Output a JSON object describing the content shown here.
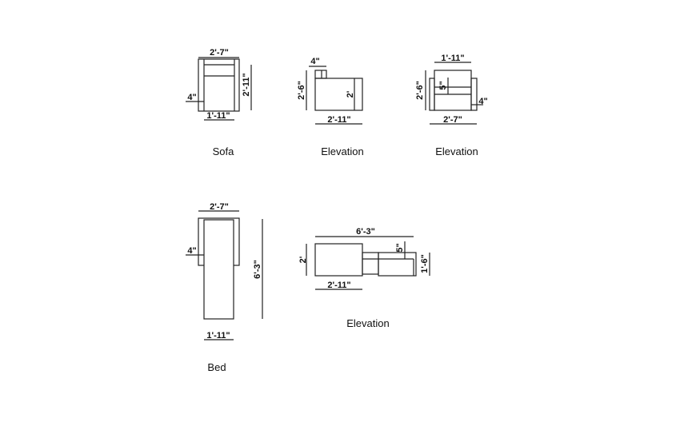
{
  "views": {
    "sofa_plan": {
      "caption": "Sofa",
      "width": "2'-7\"",
      "depth": "2'-11\"",
      "arm": "4\"",
      "seat": "1'-11\""
    },
    "sofa_side": {
      "caption": "Elevation",
      "back": "4\"",
      "height": "2'-6\"",
      "arm_height": "2'",
      "depth": "2'-11\""
    },
    "sofa_front": {
      "caption": "Elevation",
      "seat_width": "1'-11\"",
      "height": "2'-6\"",
      "cushion": "5\"",
      "arm": "4\"",
      "width": "2'-7\""
    },
    "bed_plan": {
      "caption": "Bed",
      "width": "2'-7\"",
      "arm": "4\"",
      "length": "6'-3\"",
      "seat": "1'-11\""
    },
    "bed_side": {
      "caption": "Elevation",
      "length": "6'-3\"",
      "height": "2'",
      "cushion": "5\"",
      "bed_height": "1'-6\"",
      "depth": "2'-11\""
    }
  }
}
